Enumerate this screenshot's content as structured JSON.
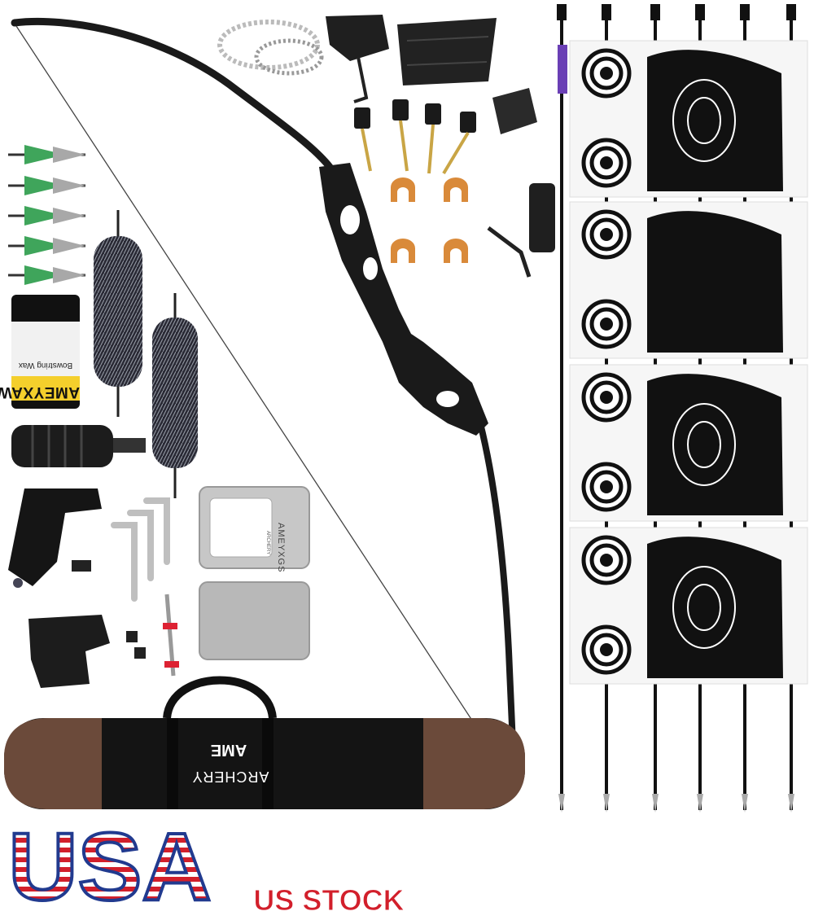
{
  "overlay": {
    "headline": "USA",
    "subline": "US STOCK"
  },
  "product_labels": {
    "string_wax": "AMEYXAWA",
    "string_wax_sub": "Bowstring Wax",
    "case_brand": "AMEYXGS",
    "case_sub": "ARCHERY",
    "bag_logo": "AME",
    "bag_brand": "ARCHERY"
  },
  "colors": {
    "background": "#ffffff",
    "riser": "#1a1a1a",
    "fletching_green": "#3fa55b",
    "bag_body": "#141414",
    "bag_leather": "#6b4a3a",
    "usa_red": "#d21f2b",
    "usa_blue": "#213a8f",
    "target_black": "#111111"
  },
  "icons": {
    "bow": "recurve-bow-icon",
    "arrow": "arrow-icon",
    "broadhead": "broadhead-icon",
    "target": "paper-target-icon",
    "bag": "bow-case-icon"
  }
}
